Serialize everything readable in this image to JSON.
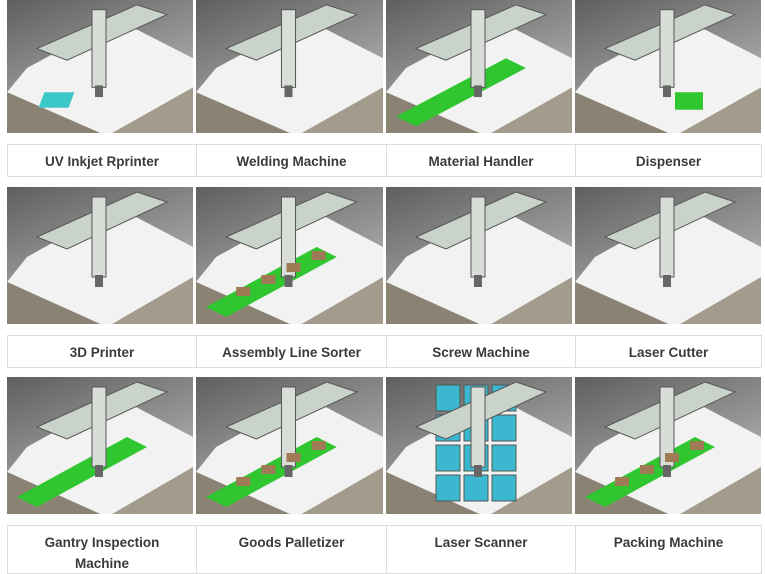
{
  "products": [
    {
      "label": "UV Inkjet Rprinter",
      "icon": "uv-inkjet-printer-image"
    },
    {
      "label": "Welding Machine",
      "icon": "welding-machine-image"
    },
    {
      "label": "Material Handler",
      "icon": "material-handler-image"
    },
    {
      "label": "Dispenser",
      "icon": "dispenser-image"
    },
    {
      "label": "3D Printer",
      "icon": "3d-printer-image"
    },
    {
      "label": "Assembly Line Sorter",
      "icon": "assembly-line-sorter-image"
    },
    {
      "label": "Screw Machine",
      "icon": "screw-machine-image"
    },
    {
      "label": "Laser Cutter",
      "icon": "laser-cutter-image"
    },
    {
      "label": "Gantry Inspection Machine",
      "icon": "gantry-inspection-machine-image"
    },
    {
      "label": "Goods Palletizer",
      "icon": "goods-palletizer-image"
    },
    {
      "label": "Laser Scanner",
      "icon": "laser-scanner-image"
    },
    {
      "label": "Packing Machine",
      "icon": "packing-machine-image"
    }
  ],
  "colors": {
    "green": "#2fc62f",
    "platform": "#f2f2f2",
    "rail": "#c9d3c9",
    "text": "#3a3a3a",
    "border": "#dcdcdc"
  }
}
